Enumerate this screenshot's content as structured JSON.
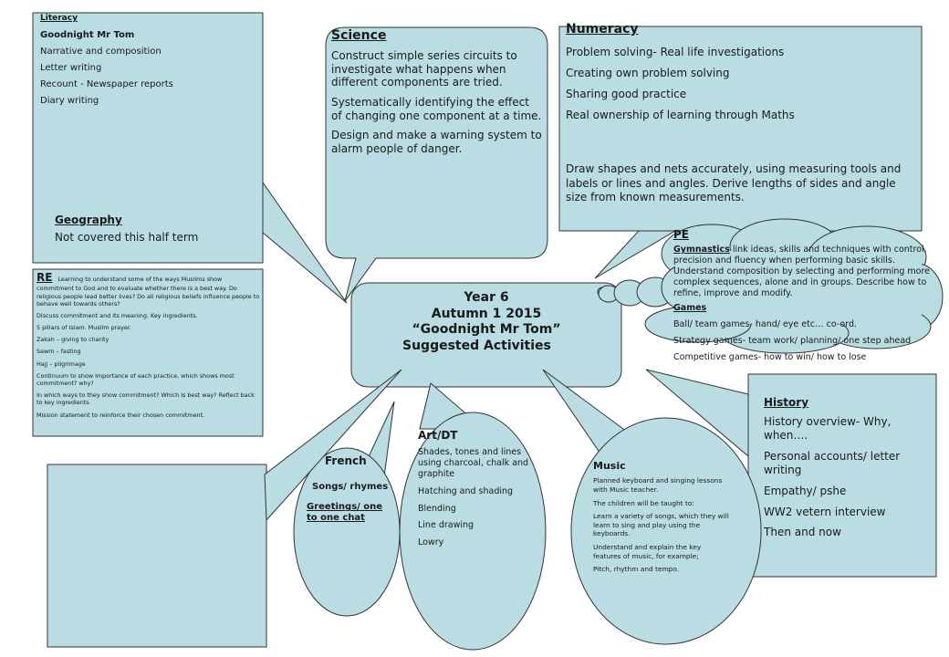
{
  "literacy": {
    "title": "Literacy",
    "items": [
      "Goodnight Mr Tom",
      "Narrative and composition",
      "Letter writing",
      "Recount - Newspaper reports",
      "Diary writing"
    ]
  },
  "geography": {
    "title": "Geography",
    "text": "Not covered this half term"
  },
  "science": {
    "title": "Science",
    "items": [
      "Construct simple series circuits to investigate what happens when different components are tried.",
      "Systematically identifying the effect of changing one component at a time.",
      "Design and make a warning system to alarm people of danger."
    ]
  },
  "numeracy": {
    "title": "Numeracy",
    "items": [
      "Problem solving- Real life investigations",
      "Creating own problem solving",
      "Sharing good practice",
      "Real ownership of learning through Maths"
    ],
    "extra": "Draw shapes and nets accurately, using measuring tools and labels or lines and angles. Derive lengths of sides and angle size from known measurements."
  },
  "pe": {
    "title": "PE",
    "gymnastics_label": "Gymnastics",
    "gymnastics_text": " link ideas, skills and techniques with control, precision and fluency when performing basic skills. Understand composition by selecting and performing more complex sequences, alone and in groups. Describe how to refine, improve and modify.",
    "games_label": "Games",
    "games_items": [
      "Ball/ team games- hand/ eye etc… co-ord.",
      "Strategy games- team work/ planning/ one step ahead",
      "Competitive games- how to win/ how to lose"
    ]
  },
  "re": {
    "title": "RE",
    "intro": "Learning to understand some of the ways Muslims show commitment to God and to evaluate whether there is a best way. Do religious people lead better lives? Do all religious beliefs influence people to behave well towards others?",
    "items": [
      "Discuss commitment and its meaning. Key ingredients.",
      "5 pillars of Islam. Muslim prayer.",
      "Zakah – giving to charity",
      "Sawm – fasting",
      "Hajj – pilgrimage",
      "Continuum to show importance of each practice, which shows most commitment? why?",
      "In which ways to they show commitment? Which is best way? Reflect back to key ingredients.",
      "Mission statement to reinforce their chosen commitment."
    ]
  },
  "center": {
    "lines": [
      "Year 6",
      "Autumn 1 2015",
      "“Goodnight Mr Tom”",
      "Suggested Activities"
    ]
  },
  "history": {
    "title": "History",
    "items": [
      "History overview- Why, when….",
      "Personal accounts/ letter writing",
      "Empathy/ pshe",
      "WW2 vetern interview",
      "Then and now"
    ]
  },
  "french": {
    "title": "French",
    "item1": "Songs/ rhymes",
    "item2": "Greetings/ one to one chat"
  },
  "art": {
    "title": "Art/DT",
    "items": [
      "Shades, tones and lines using charcoal, chalk and graphite",
      "Hatching and shading",
      "Blending",
      "Line drawing",
      "Lowry"
    ]
  },
  "music": {
    "title": "Music",
    "items": [
      "Planned keyboard and singing lessons with Music teacher.",
      "The children will be taught to:",
      "Learn a variety of songs, which they will learn to sing and play using the keyboards.",
      "Understand and explain the key features of music, for example;",
      "Pitch, rhythm and tempo."
    ]
  },
  "colors": {
    "fill": "#b9dde2",
    "stroke": "#333333"
  }
}
